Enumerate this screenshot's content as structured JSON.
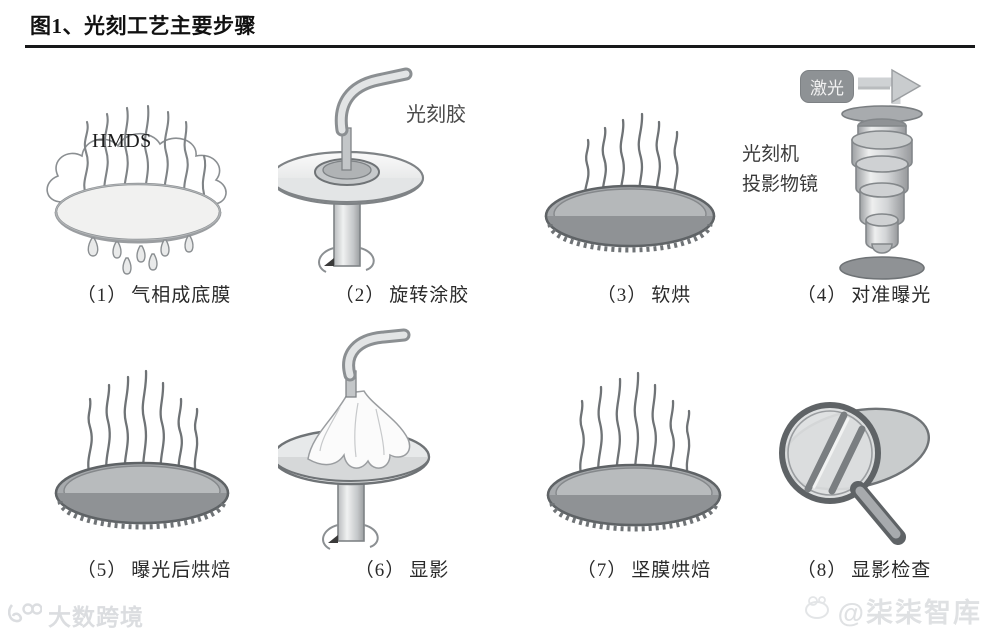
{
  "figure": {
    "title": "图1、光刻工艺主要步骤",
    "rule_color": "#17181a"
  },
  "panels": [
    {
      "number": "（1）",
      "caption": "气相成底膜",
      "art": "hmds-vapor-prime-illustration",
      "inline_labels": {
        "hmds": "HMDS"
      }
    },
    {
      "number": "（2）",
      "caption": "旋转涂胶",
      "art": "spin-coater-illustration",
      "inline_labels": {
        "photoresist": "光刻胶"
      }
    },
    {
      "number": "（3）",
      "caption": "软烘",
      "art": "hotplate-soft-bake-illustration",
      "inline_labels": {}
    },
    {
      "number": "（4）",
      "caption": "对准曝光",
      "art": "stepper-projection-lens-illustration",
      "inline_labels": {
        "laser": "激光",
        "lens": "光刻机\n投影物镜"
      }
    },
    {
      "number": "（5）",
      "caption": "曝光后烘焙",
      "art": "hotplate-post-exposure-bake-illustration",
      "inline_labels": {}
    },
    {
      "number": "（6）",
      "caption": "显影",
      "art": "spin-developer-illustration",
      "inline_labels": {}
    },
    {
      "number": "（7）",
      "caption": "坚膜烘焙",
      "art": "hotplate-hard-bake-illustration",
      "inline_labels": {}
    },
    {
      "number": "（8）",
      "caption": "显影检查",
      "art": "magnifier-inspection-illustration",
      "inline_labels": {}
    }
  ],
  "labels": {
    "laser": "激光",
    "lens_line1": "光刻机",
    "lens_line2": "投影物镜",
    "photoresist": "光刻胶",
    "hmds": "HMDS"
  },
  "watermarks": {
    "bottom_left": "大数跨境",
    "bottom_right": "@柒柒智库"
  },
  "colors": {
    "ink": "#17181a",
    "wafer_gray": "#9a9da0",
    "wafer_light": "#d6d8da",
    "outline": "#6f7376",
    "laser_box": "#8e9295"
  }
}
